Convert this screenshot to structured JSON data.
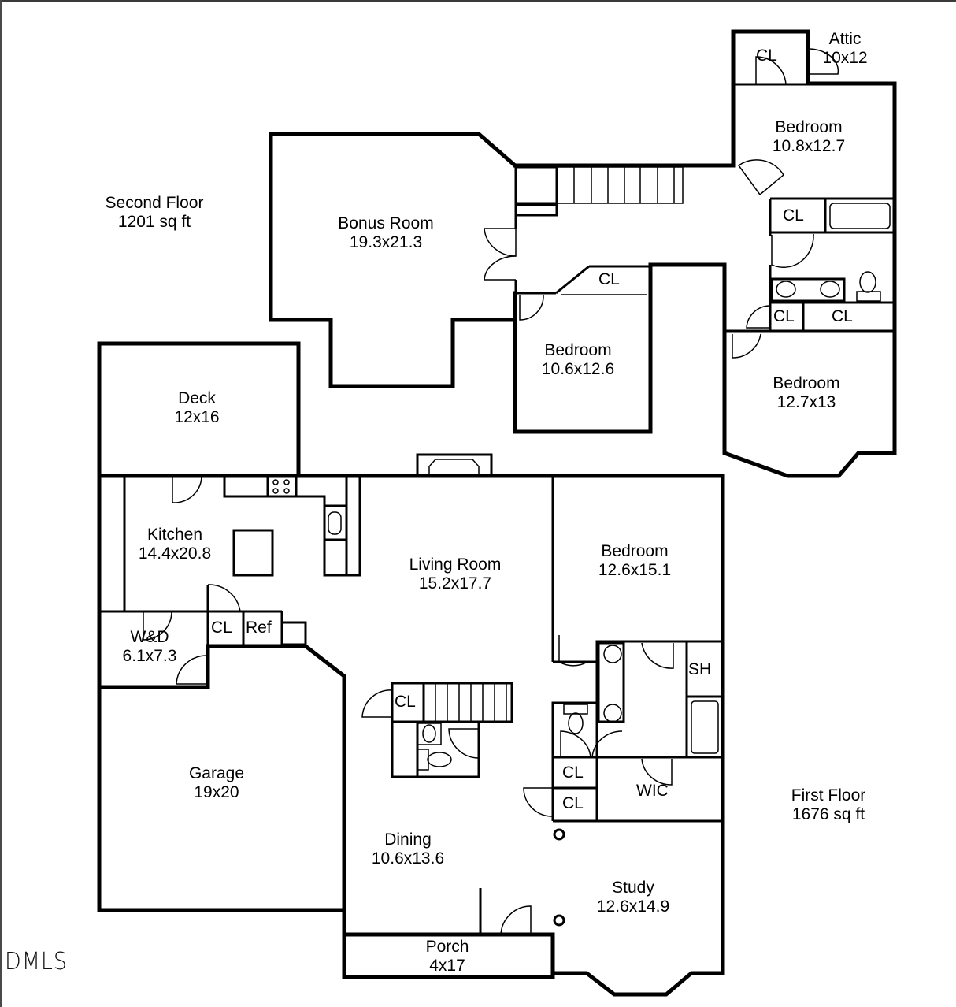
{
  "floors": {
    "second": {
      "title": "Second Floor",
      "area": "1201 sq ft",
      "rooms": [
        {
          "name": "Bonus Room",
          "dims": "19.3x21.3"
        },
        {
          "name": "Bedroom",
          "dims": "10.8x12.7"
        },
        {
          "name": "Bedroom",
          "dims": "10.6x12.6"
        },
        {
          "name": "Bedroom",
          "dims": "12.7x13"
        },
        {
          "name": "Attic",
          "dims": "10x12"
        }
      ],
      "closets": [
        "CL",
        "CL",
        "CL",
        "CL",
        "CL"
      ]
    },
    "first": {
      "title": "First Floor",
      "area": "1676 sq ft",
      "rooms": [
        {
          "name": "Deck",
          "dims": "12x16"
        },
        {
          "name": "Kitchen",
          "dims": "14.4x20.8"
        },
        {
          "name": "Living Room",
          "dims": "15.2x17.7"
        },
        {
          "name": "Bedroom",
          "dims": "12.6x15.1"
        },
        {
          "name": "W&D",
          "dims": "6.1x7.3"
        },
        {
          "name": "Garage",
          "dims": "19x20"
        },
        {
          "name": "Dining",
          "dims": "10.6x13.6"
        },
        {
          "name": "Study",
          "dims": "12.6x14.9"
        },
        {
          "name": "Porch",
          "dims": "4x17"
        }
      ],
      "labels": {
        "closet": "CL",
        "refrigerator": "Ref",
        "shower": "SH",
        "walk_in_closet": "WIC"
      }
    }
  },
  "watermark": "DMLS",
  "colors": {
    "walls": "#000000",
    "background": "#ffffff"
  }
}
